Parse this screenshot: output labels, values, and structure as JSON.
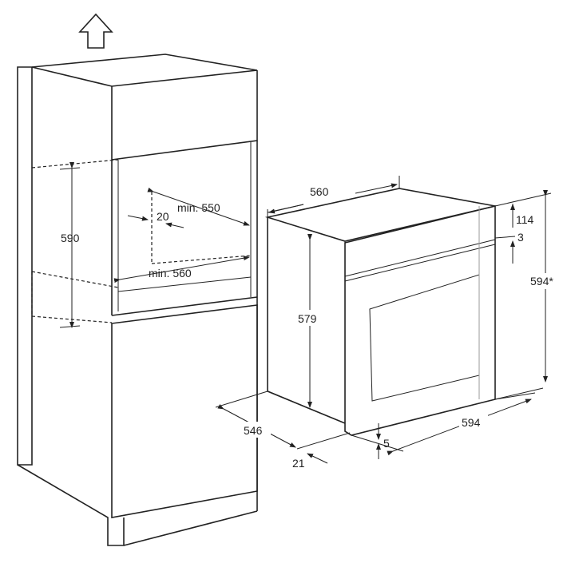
{
  "cabinet": {
    "height_label": "590",
    "depth_label": "min. 550",
    "gap_label": "20",
    "width_label": "min. 560"
  },
  "oven": {
    "depth_label": "560",
    "body_height_label": "579",
    "panel_height_label": "114",
    "gap_label": "3",
    "total_height_label": "594*",
    "side_depth_label": "546",
    "front_thickness_label": "21",
    "width_label": "594",
    "bottom_offset_label": "5"
  },
  "icons": [
    "up-arrow-icon"
  ]
}
